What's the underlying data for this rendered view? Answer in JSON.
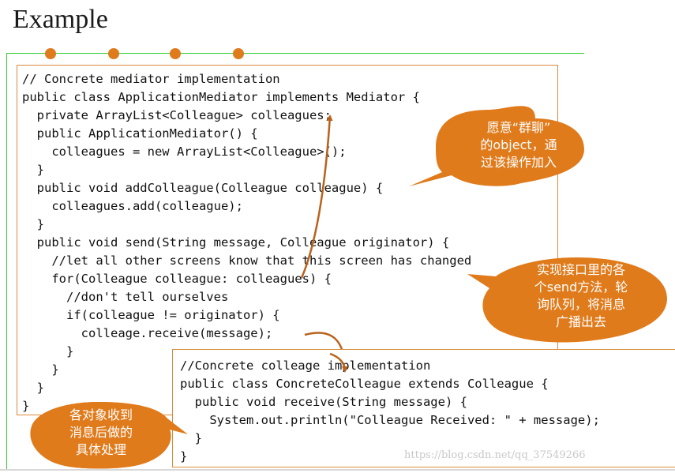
{
  "slide": {
    "title": "Example"
  },
  "code_box_1": {
    "lines": [
      "// Concrete mediator implementation",
      "public class ApplicationMediator implements Mediator {",
      "  private ArrayList<Colleague> colleagues;",
      "  public ApplicationMediator() {",
      "    colleagues = new ArrayList<Colleague>();",
      "  }",
      "  public void addColleague(Colleague colleague) {",
      "    colleagues.add(colleague);",
      "  }",
      "  public void send(String message, Colleague originator) {",
      "    //let all other screens know that this screen has changed",
      "    for(Colleague colleague: colleagues) {",
      "      //don't tell ourselves",
      "      if(colleague != originator) {",
      "        colleage.receive(message);",
      "      }",
      "    }",
      "  }",
      "}"
    ]
  },
  "code_box_2": {
    "lines": [
      "//Concrete colleage implementation",
      "public class ConcreteColleague extends Colleague {",
      "  public void receive(String message) {",
      "    System.out.println(\"Colleague Received: \" + message);",
      "  }",
      "}"
    ]
  },
  "callouts": {
    "top": [
      "愿意“群聊”",
      "的object，通",
      "过该操作加入"
    ],
    "middle": [
      "实现接口里的各",
      "个send方法，轮",
      "询队列，将消息",
      "广播出去"
    ],
    "bottom": [
      "各对象收到",
      "消息后做的",
      "具体处理"
    ]
  },
  "watermark": "https://blog.csdn.net/qq_37549266",
  "colors": {
    "accent_orange": "#e07b1c",
    "box_border": "#d98a3c",
    "arrow": "#b8621c",
    "green_rule": "#33cc33"
  }
}
